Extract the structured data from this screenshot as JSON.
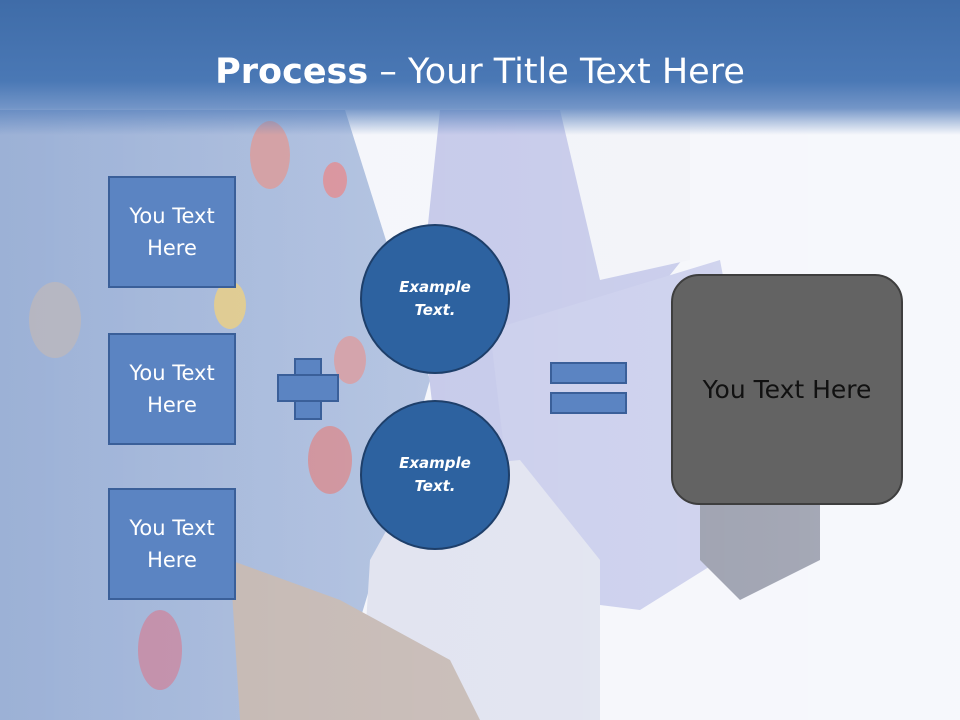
{
  "slide": {
    "title_bold": "Process",
    "title_rest": " – Your Title Text Here",
    "left_boxes": [
      {
        "label": "You Text Here"
      },
      {
        "label": "You Text Here"
      },
      {
        "label": "You Text Here"
      }
    ],
    "circles": [
      {
        "label": "Example Text."
      },
      {
        "label": "Example Text."
      }
    ],
    "result_label": "You Text Here"
  },
  "colors": {
    "banner": "#4a78b5",
    "box_fill": "#5b84c2",
    "box_border": "#3a5f99",
    "circle_fill": "#2d62a0",
    "result_fill": "#636363"
  }
}
